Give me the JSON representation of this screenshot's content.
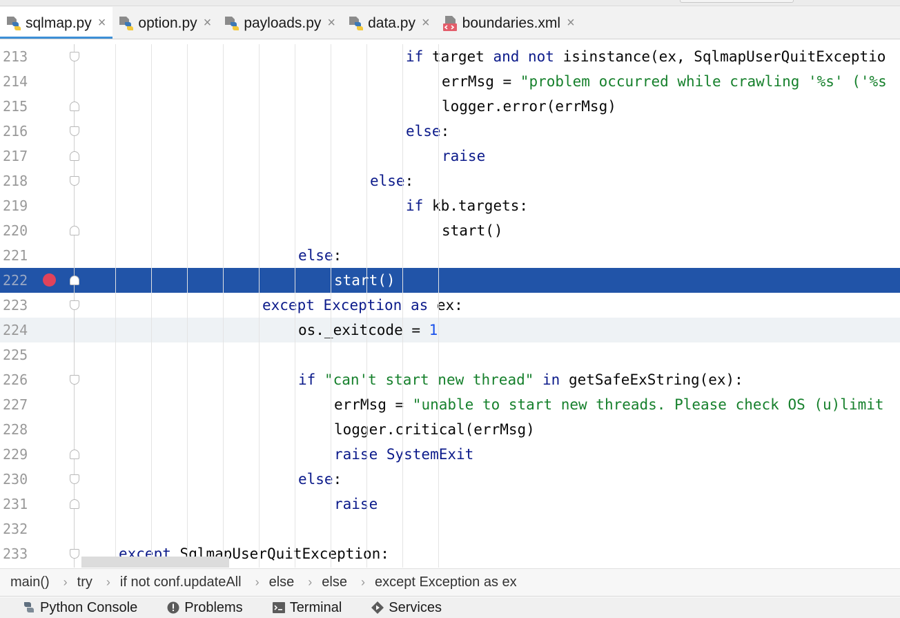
{
  "tabs": [
    {
      "label": "sqlmap.py",
      "icon": "python-file-icon",
      "active": true
    },
    {
      "label": "option.py",
      "icon": "python-file-icon",
      "active": false
    },
    {
      "label": "payloads.py",
      "icon": "python-file-icon",
      "active": false
    },
    {
      "label": "data.py",
      "icon": "python-file-icon",
      "active": false
    },
    {
      "label": "boundaries.xml",
      "icon": "xml-file-icon",
      "active": false
    }
  ],
  "tab_close_glyph": "×",
  "editor": {
    "lines": [
      {
        "number": "213",
        "indent": 9,
        "tokens": [
          {
            "t": "if ",
            "c": "kw"
          },
          {
            "t": "target ",
            "c": "plain"
          },
          {
            "t": "and not ",
            "c": "kw"
          },
          {
            "t": "isinstance(ex, SqlmapUserQuitExceptio",
            "c": "plain"
          }
        ]
      },
      {
        "number": "214",
        "indent": 10,
        "tokens": [
          {
            "t": "errMsg = ",
            "c": "plain"
          },
          {
            "t": "\"problem occurred while crawling '%s' ('%s",
            "c": "str"
          }
        ]
      },
      {
        "number": "215",
        "indent": 10,
        "tokens": [
          {
            "t": "logger.error(errMsg)",
            "c": "plain"
          }
        ]
      },
      {
        "number": "216",
        "indent": 9,
        "tokens": [
          {
            "t": "else",
            "c": "kw"
          },
          {
            "t": ":",
            "c": "plain"
          }
        ]
      },
      {
        "number": "217",
        "indent": 10,
        "tokens": [
          {
            "t": "raise",
            "c": "kw"
          }
        ]
      },
      {
        "number": "218",
        "indent": 8,
        "tokens": [
          {
            "t": "else",
            "c": "kw"
          },
          {
            "t": ":",
            "c": "plain"
          }
        ]
      },
      {
        "number": "219",
        "indent": 9,
        "tokens": [
          {
            "t": "if ",
            "c": "kw"
          },
          {
            "t": "kb.targets:",
            "c": "plain"
          }
        ]
      },
      {
        "number": "220",
        "indent": 10,
        "tokens": [
          {
            "t": "start()",
            "c": "plain"
          }
        ]
      },
      {
        "number": "221",
        "indent": 6,
        "tokens": [
          {
            "t": "else",
            "c": "kw"
          },
          {
            "t": ":",
            "c": "plain"
          }
        ]
      },
      {
        "number": "222",
        "indent": 7,
        "tokens": [
          {
            "t": "start()",
            "c": "plain"
          }
        ]
      },
      {
        "number": "223",
        "indent": 5,
        "tokens": [
          {
            "t": "except ",
            "c": "kw"
          },
          {
            "t": "Exception ",
            "c": "kw"
          },
          {
            "t": "as ",
            "c": "kw"
          },
          {
            "t": "ex:",
            "c": "plain"
          }
        ]
      },
      {
        "number": "224",
        "indent": 6,
        "tokens": [
          {
            "t": "os._exitcode = ",
            "c": "plain"
          },
          {
            "t": "1",
            "c": "numlit"
          }
        ]
      },
      {
        "number": "225",
        "indent": 0,
        "tokens": []
      },
      {
        "number": "226",
        "indent": 6,
        "tokens": [
          {
            "t": "if ",
            "c": "kw"
          },
          {
            "t": "\"can't start new thread\" ",
            "c": "str"
          },
          {
            "t": "in ",
            "c": "kw"
          },
          {
            "t": "getSafeExString(ex):",
            "c": "plain"
          }
        ]
      },
      {
        "number": "227",
        "indent": 7,
        "tokens": [
          {
            "t": "errMsg = ",
            "c": "plain"
          },
          {
            "t": "\"unable to start new threads. Please check OS (u)limit",
            "c": "str"
          }
        ]
      },
      {
        "number": "228",
        "indent": 7,
        "tokens": [
          {
            "t": "logger.critical(errMsg)",
            "c": "plain"
          }
        ]
      },
      {
        "number": "229",
        "indent": 7,
        "tokens": [
          {
            "t": "raise ",
            "c": "kw"
          },
          {
            "t": "SystemExit",
            "c": "kw"
          }
        ]
      },
      {
        "number": "230",
        "indent": 6,
        "tokens": [
          {
            "t": "else",
            "c": "kw"
          },
          {
            "t": ":",
            "c": "plain"
          }
        ]
      },
      {
        "number": "231",
        "indent": 7,
        "tokens": [
          {
            "t": "raise",
            "c": "kw"
          }
        ]
      },
      {
        "number": "232",
        "indent": 0,
        "tokens": []
      },
      {
        "number": "233",
        "indent": 1,
        "tokens": [
          {
            "t": "except ",
            "c": "kw"
          },
          {
            "t": "SqlmapUserQuitException:",
            "c": "plain"
          }
        ]
      }
    ],
    "current_line": "224",
    "selected_line": "222",
    "breakpoint_line": "222"
  },
  "breadcrumbs": [
    "main()",
    "try",
    "if not conf.updateAll",
    "else",
    "else",
    "except Exception as ex"
  ],
  "breadcrumb_separator": "›",
  "tool_windows": [
    {
      "label": "Python Console",
      "icon": "python-console-icon"
    },
    {
      "label": "Problems",
      "icon": "problems-icon"
    },
    {
      "label": "Terminal",
      "icon": "terminal-icon"
    },
    {
      "label": "Services",
      "icon": "services-icon"
    }
  ],
  "colors": {
    "keyword": "#0b1a8a",
    "string": "#16802c",
    "number": "#1750eb",
    "selection": "#2154a8",
    "breakpoint": "#e0435b",
    "active_tab_underline": "#3d8fd6"
  }
}
